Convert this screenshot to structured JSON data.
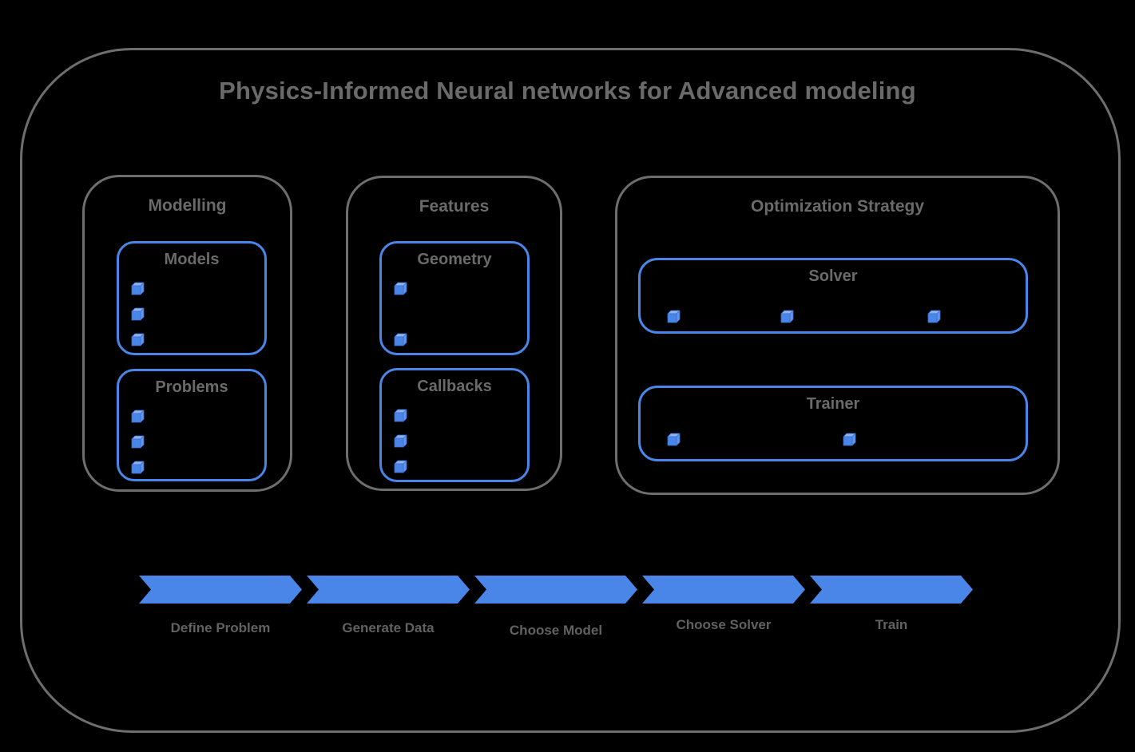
{
  "title": "Physics-Informed Neural networks for Advanced modeling",
  "colors": {
    "accent_blue": "#4a86e8",
    "outline_gray": "#6e6e6e",
    "text_gray": "#6a6a6a",
    "cube_top": "#8ab4f3",
    "cube_side": "#6096ea",
    "background": "#000000"
  },
  "sections": [
    {
      "label": "Modelling",
      "groups": [
        {
          "label": "Models",
          "bullet_icon": "cube-icon",
          "bullet_count": 3
        },
        {
          "label": "Problems",
          "bullet_icon": "cube-icon",
          "bullet_count": 3
        }
      ]
    },
    {
      "label": "Features",
      "groups": [
        {
          "label": "Geometry",
          "bullet_icon": "cube-icon",
          "bullet_count": 2
        },
        {
          "label": "Callbacks",
          "bullet_icon": "cube-icon",
          "bullet_count": 3
        }
      ]
    },
    {
      "label": "Optimization Strategy",
      "groups": [
        {
          "label": "Solver",
          "bullet_icon": "cube-icon",
          "bullet_count": 3
        },
        {
          "label": "Trainer",
          "bullet_icon": "cube-icon",
          "bullet_count": 2
        }
      ]
    }
  ],
  "pipeline": {
    "steps": [
      {
        "label": "Define Problem"
      },
      {
        "label": "Generate Data"
      },
      {
        "label": "Choose Model"
      },
      {
        "label": "Choose Solver"
      },
      {
        "label": "Train"
      }
    ]
  }
}
